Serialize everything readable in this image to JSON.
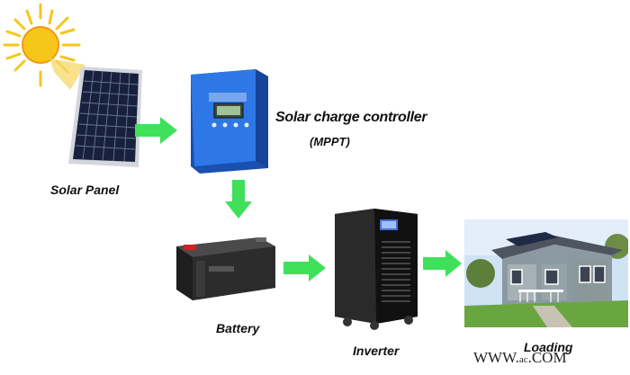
{
  "diagram": {
    "labels": {
      "solar_panel": "Solar Panel",
      "controller_line1": "Solar charge controller",
      "controller_line2": "(MPPT)",
      "battery": "Battery",
      "inverter": "Inverter",
      "loading": "Loading"
    },
    "watermark": "WWW.",
    "watermark_tail": ".COM",
    "watermark_mid": "ac",
    "flow": [
      "Solar Panel",
      "Solar charge controller",
      "Battery",
      "Inverter",
      "Loading"
    ]
  },
  "colors": {
    "arrow": "#3fe05a",
    "sun": "#f7c61a",
    "controller_blue": "#1f63d6",
    "panel_frame": "#c9ccd3",
    "battery_body": "#2a2a2a",
    "inverter_body": "#1a1a1a",
    "sky": "#cfe3f5",
    "grass": "#6aa63f"
  },
  "icons": [
    "sun-icon",
    "solar-panel-icon",
    "charge-controller-icon",
    "battery-icon",
    "inverter-icon",
    "house-icon"
  ]
}
